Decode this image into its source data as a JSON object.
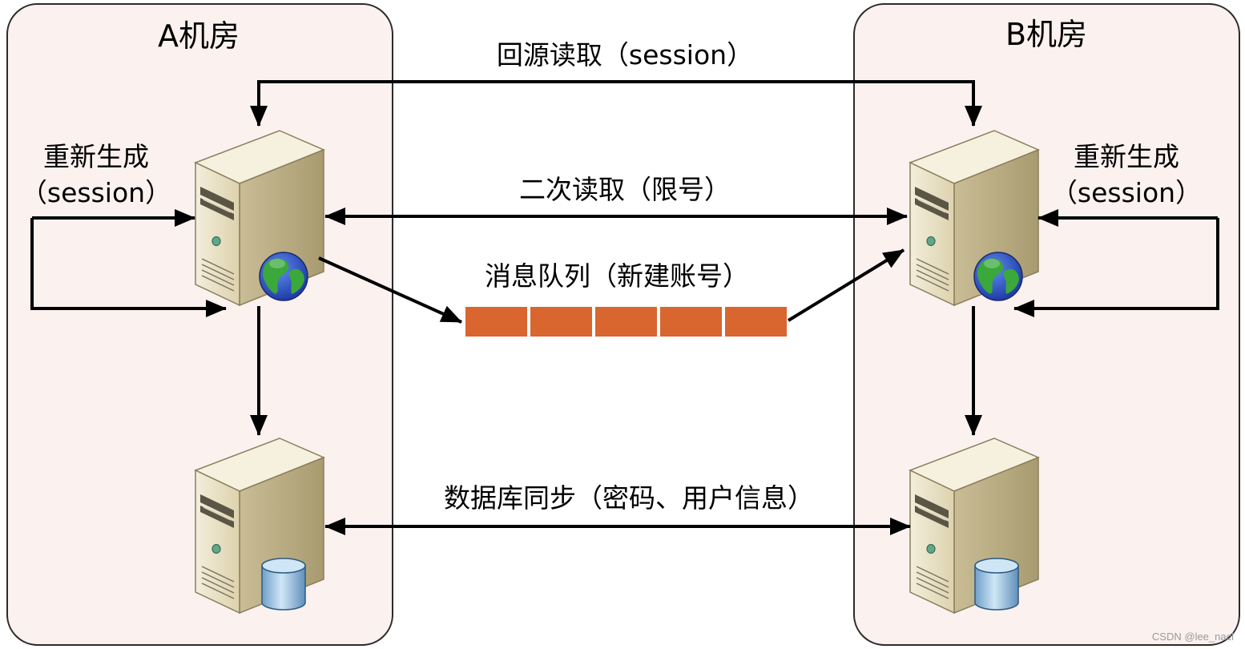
{
  "rooms": {
    "a": {
      "title": "A机房"
    },
    "b": {
      "title": "B机房"
    }
  },
  "edges": {
    "origin_read": "回源读取（session）",
    "secondary_read": "二次读取（限号）",
    "message_queue": "消息队列（新建账号）",
    "db_sync": "数据库同步（密码、用户信息）"
  },
  "loops": {
    "a": {
      "line1": "重新生成",
      "line2": "（session）"
    },
    "b": {
      "line1": "重新生成",
      "line2": "（session）"
    }
  },
  "watermark": "CSDN @lee_nacl",
  "colors": {
    "room_fill": "#fbf1ef",
    "room_stroke": "#2b2b2b",
    "queue_fill": "#d9652f",
    "arrow": "#000000",
    "server_front": "#ece5cc",
    "server_side": "#c4b890",
    "server_top": "#f6f1de",
    "globe_ocean": "#2850c8",
    "globe_land": "#38a838",
    "db_cylinder": "#9ec7e6"
  },
  "icons": [
    "web-server-icon",
    "database-server-icon",
    "globe-icon",
    "database-cylinder-icon"
  ]
}
